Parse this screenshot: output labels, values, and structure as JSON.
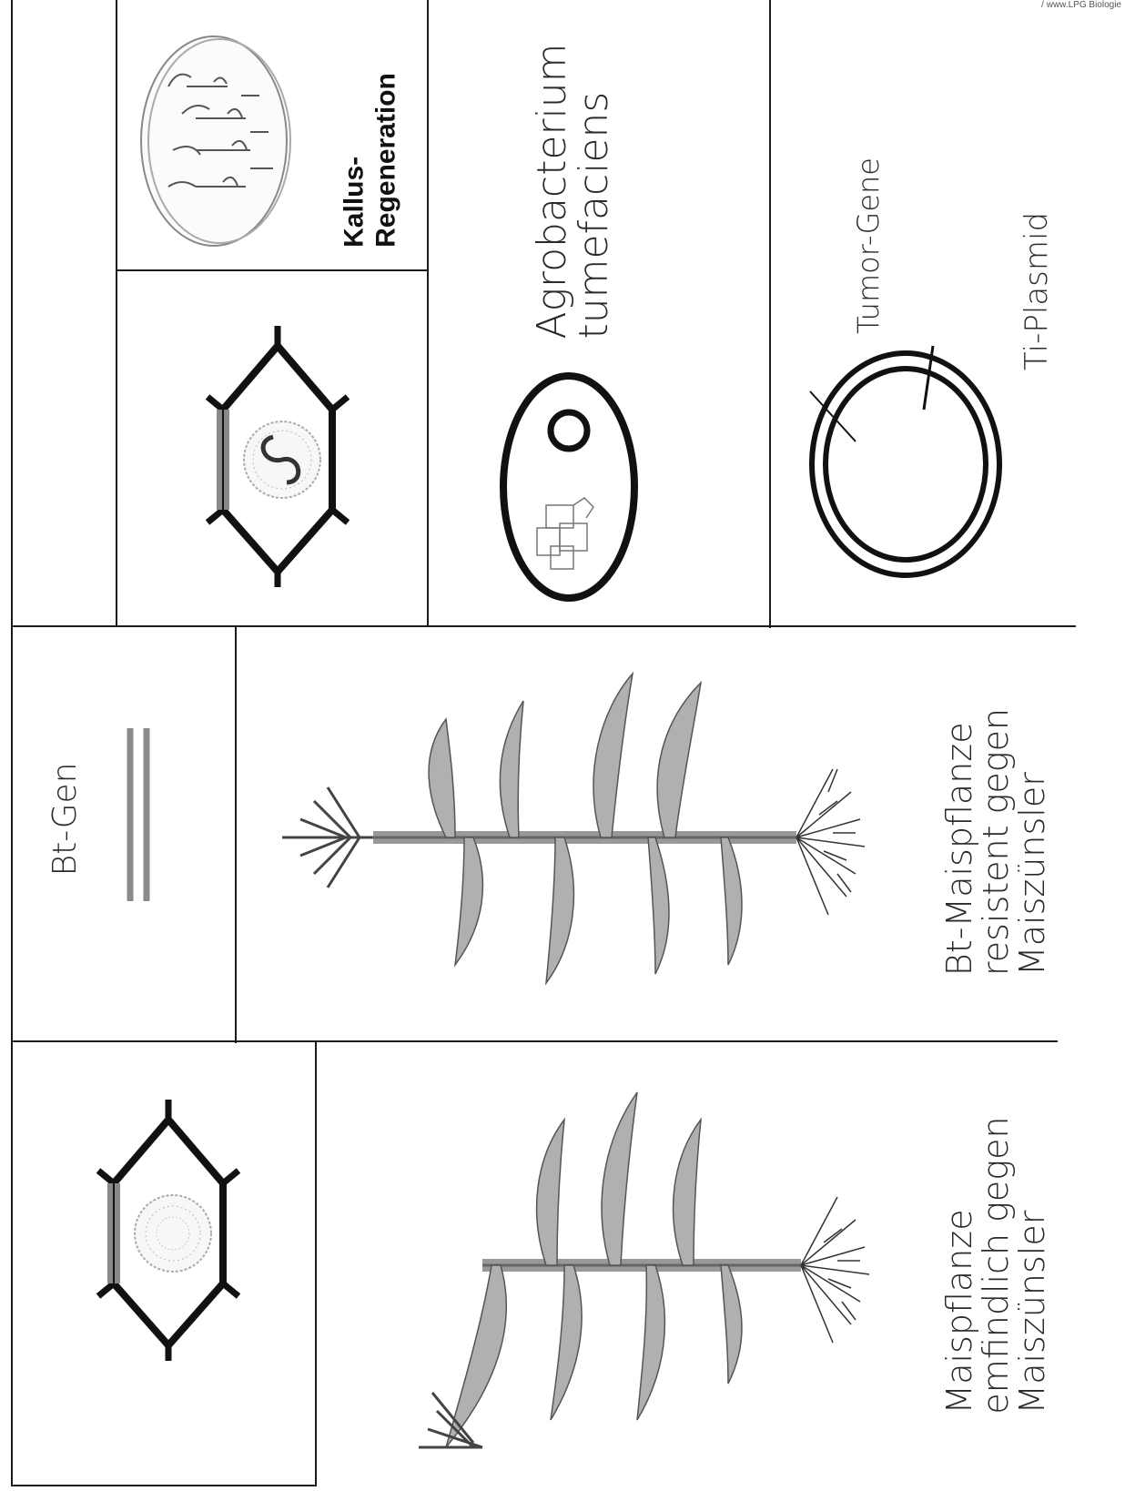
{
  "header": {
    "corner_text": "/ www.LPG Biologie"
  },
  "cells": {
    "kallus": {
      "line1": "Kallus-",
      "line2": "Regeneration"
    },
    "agrobacterium": {
      "line1": "Agrobacterium",
      "line2": "tumefaciens"
    },
    "plasmid": {
      "tumor_label": "Tumor-Gene",
      "plasmid_label": "Ti-Plasmid"
    },
    "bt_gen": {
      "label": "Bt-Gen"
    },
    "bt_plant": {
      "line1": "Bt-Maispflanze",
      "line2": "resistent gegen",
      "line3": "Maiszünsler"
    },
    "normal_plant": {
      "line1": "Maispflanze",
      "line2": "emfindlich gegen",
      "line3": "Maiszünsler"
    }
  },
  "icons": [
    "plant-cell-icon",
    "petri-dish-icon",
    "bacterium-icon",
    "plasmid-icon",
    "bt-gene-icon",
    "maize-plant-icon"
  ]
}
